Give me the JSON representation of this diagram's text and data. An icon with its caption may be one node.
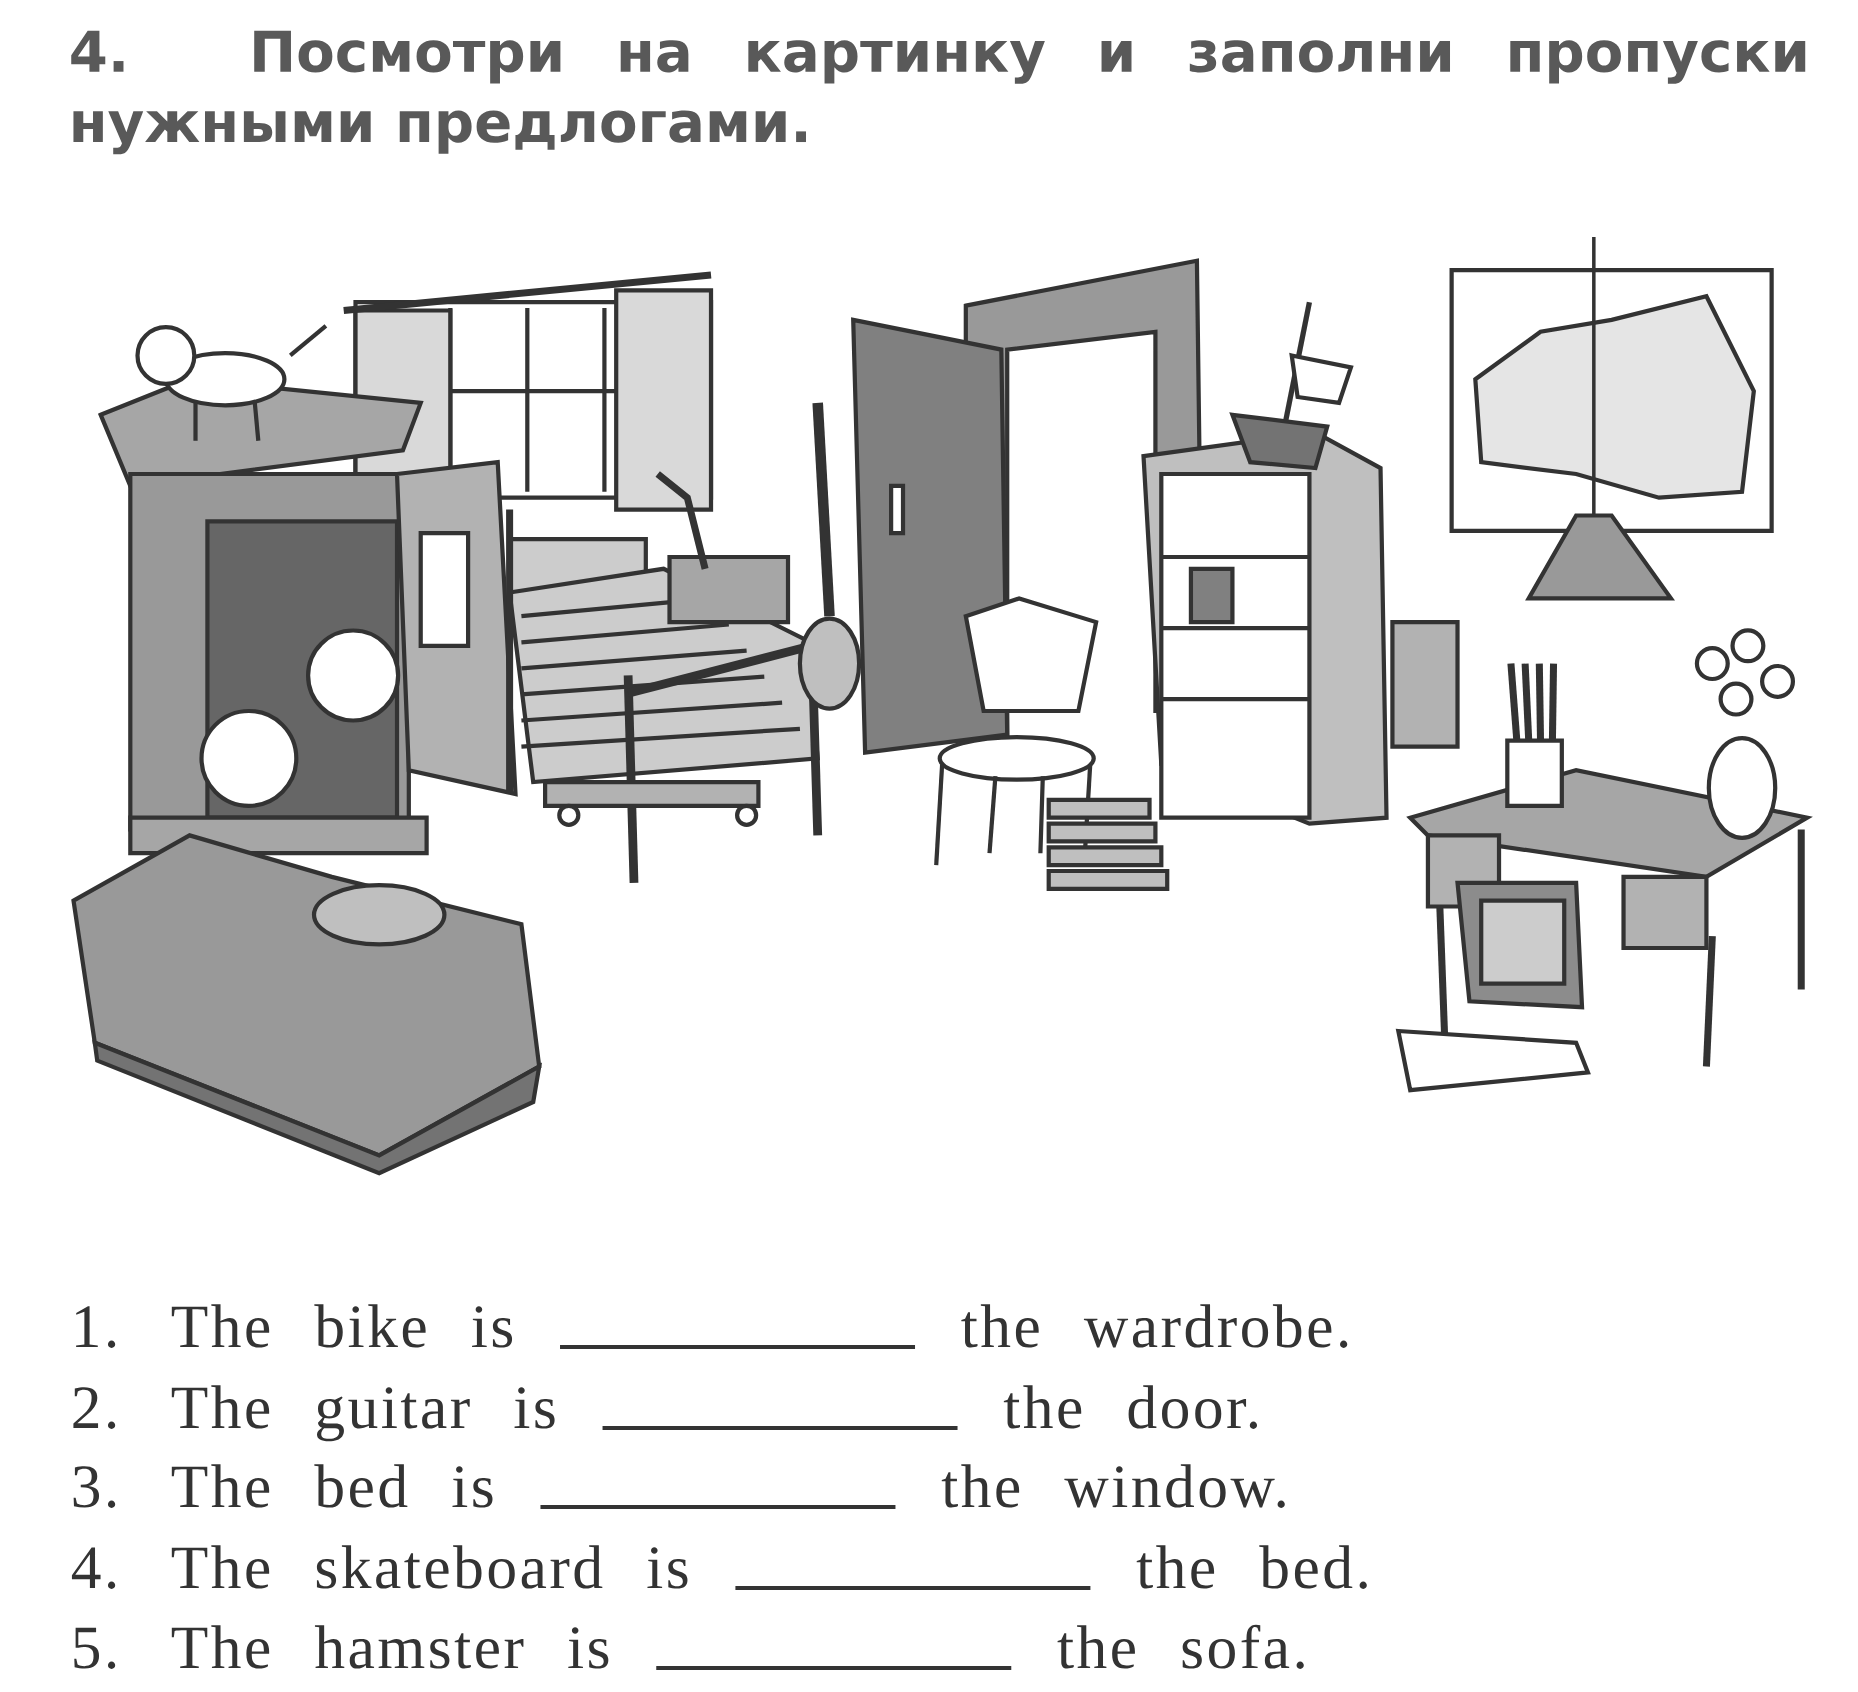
{
  "diagram": {
    "title": "4. Посмотри на картинку и заполни пропуски нужными предлогами.",
    "labels": [
      "1.",
      "The bike is",
      "the wardrobe.",
      "2.",
      "The guitar is",
      "the door.",
      "3.",
      "The bed is",
      "the window.",
      "4.",
      "The skateboard is",
      "the bed.",
      "5.",
      "The hamster is",
      "the sofa."
    ]
  }
}
